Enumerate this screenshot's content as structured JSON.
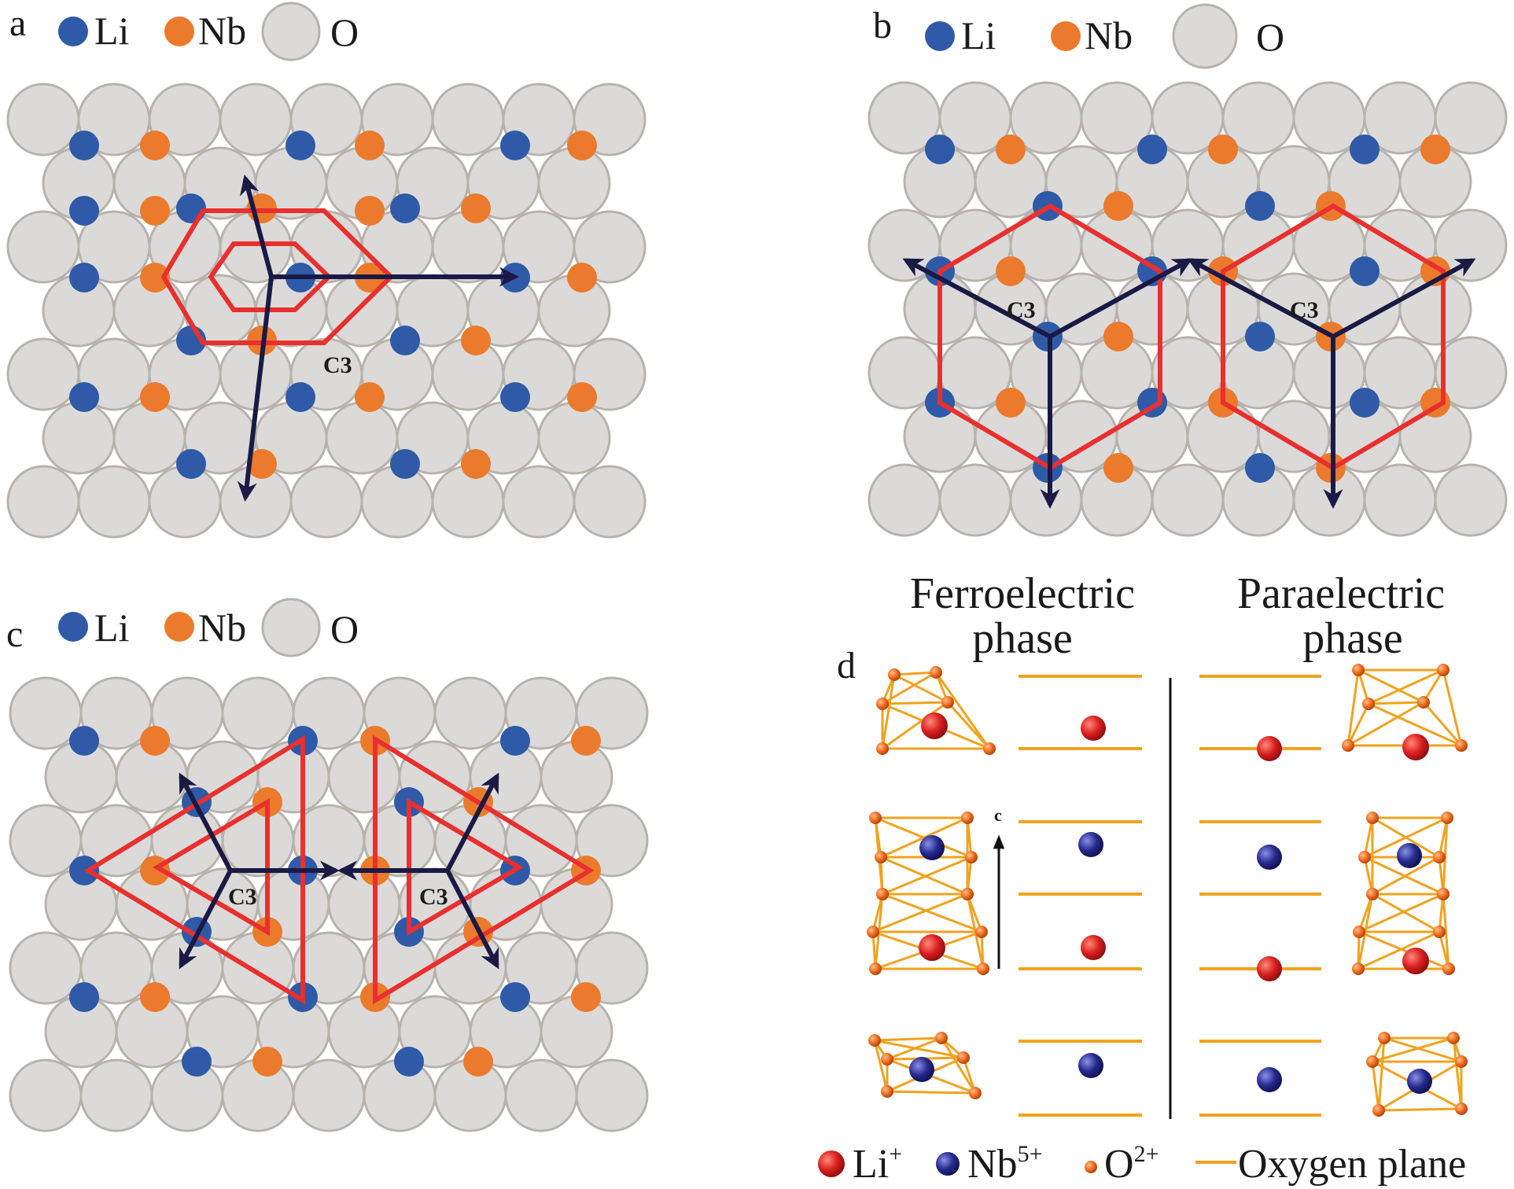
{
  "colors": {
    "li": "#2f5aa8",
    "nb": "#eb7a2c",
    "oxygen": "#dcdad8",
    "oxygen_stroke": "#b8b2ac",
    "frame_red": "#e8302e",
    "arrow_navy": "#1a1a45",
    "stick_gold": "#f0a21e",
    "ion_red": "#d91f1f",
    "ion_navy": "#262a8c",
    "ion_orange": "#f06b1c"
  },
  "panels": {
    "a": {
      "letter": "a",
      "legend": {
        "li": "Li",
        "nb": "Nb",
        "o": "O"
      },
      "axis_label": "C3"
    },
    "b": {
      "letter": "b",
      "legend": {
        "li": "Li",
        "nb": "Nb",
        "o": "O"
      },
      "axis_label": "C3"
    },
    "c": {
      "letter": "c",
      "legend": {
        "li": "Li",
        "nb": "Nb",
        "o": "O"
      },
      "axis_label": "C3"
    },
    "d": {
      "letter": "d",
      "ferro_title": [
        "Ferroelectric",
        "phase"
      ],
      "para_title": [
        "Paraelectric",
        "phase"
      ],
      "c_axis": "c",
      "legend": [
        {
          "symbol": "Li",
          "charge": "+"
        },
        {
          "symbol": "Nb",
          "charge": "5+"
        },
        {
          "symbol": "O",
          "charge": "2+"
        },
        {
          "symbol": "Oxygen plane",
          "charge": ""
        }
      ]
    }
  }
}
